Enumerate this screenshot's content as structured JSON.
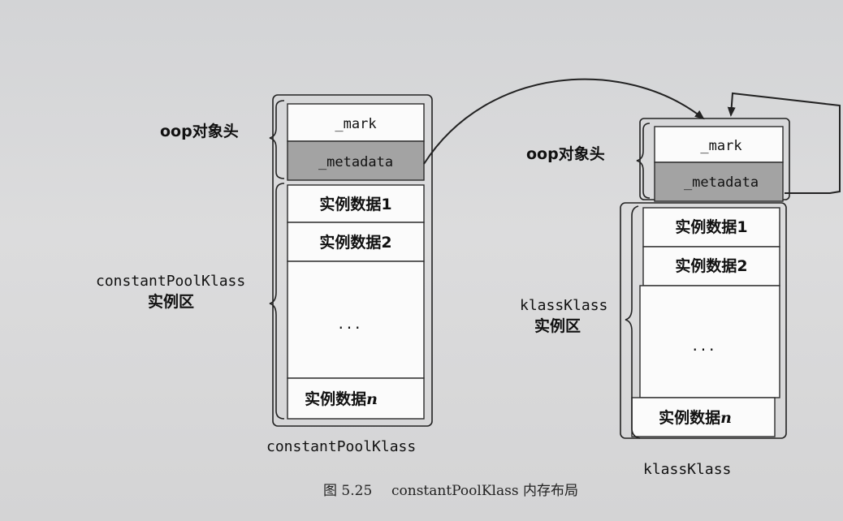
{
  "left_object": {
    "header_label": "oop对象头",
    "mark": "_mark",
    "metadata": "_metadata",
    "field1": "实例数据1",
    "field2": "实例数据2",
    "ellipsis": "...",
    "fieldn": "实例数据",
    "fieldn_suffix": "n",
    "region_label_line1": "constantPoolKlass",
    "region_label_line2": "实例区",
    "name": "constantPoolKlass"
  },
  "right_object": {
    "header_label": "oop对象头",
    "mark": "_mark",
    "metadata": "_metadata",
    "field1": "实例数据1",
    "field2": "实例数据2",
    "ellipsis": "...",
    "fieldn": "实例数据",
    "fieldn_suffix": "n",
    "region_label_line1": "klassKlass",
    "region_label_line2": "实例区",
    "name": "klassKlass"
  },
  "caption": {
    "figure_no": "图 5.25",
    "title": "constantPoolKlass 内存布局"
  }
}
